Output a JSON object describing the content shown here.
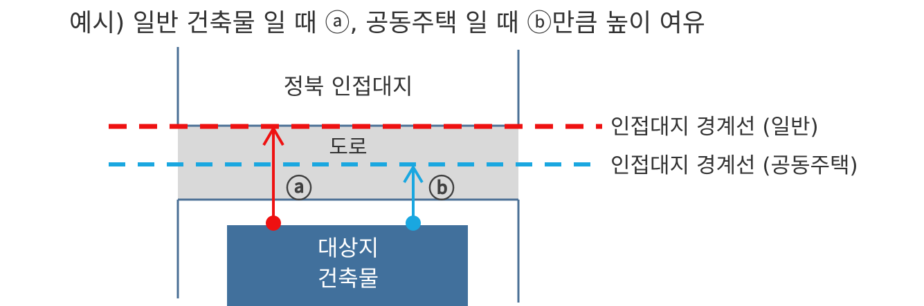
{
  "title": "예시) 일반 건축물 일 때 ⓐ, 공동주택 일 때 ⓑ만큼 높이 여유",
  "labels": {
    "north_lot": "정북 인접대지",
    "road": "도로",
    "boundary_general": "인접대지 경계선 (일반)",
    "boundary_apartment": "인접대지 경계선 (공동주택)",
    "target_building_line1": "대상지",
    "target_building_line2": "건축물",
    "marker_a": "ⓐ",
    "marker_b": "ⓑ"
  },
  "colors": {
    "general": "#ee1111",
    "apartment": "#1aa7e0",
    "building": "#41709c",
    "frame": "#4a6f95",
    "road": "#d9d9d9",
    "text": "#333333",
    "building_text": "#ffffff"
  }
}
